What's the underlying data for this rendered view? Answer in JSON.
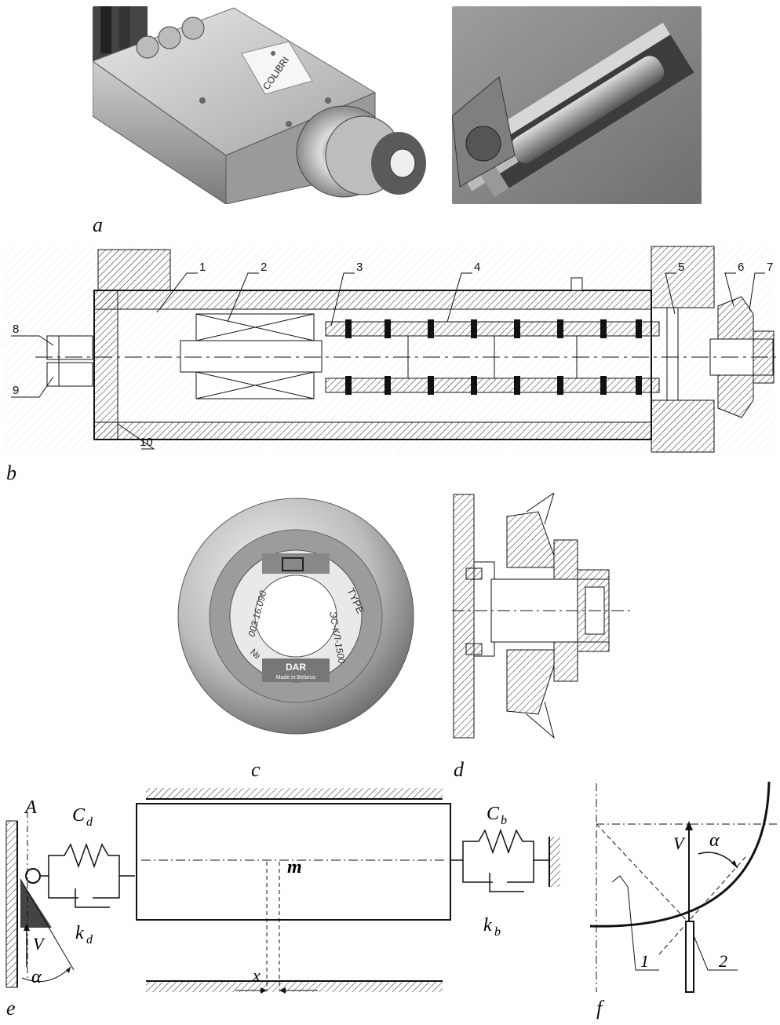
{
  "panels": {
    "a": "a",
    "b": "b",
    "c": "c",
    "d": "d",
    "e": "e",
    "f": "f"
  },
  "photo_a_left": {
    "label_brand": "COLIBRI"
  },
  "drawing_b": {
    "callouts": [
      "1",
      "2",
      "3",
      "4",
      "5",
      "6",
      "7",
      "8",
      "9",
      "10"
    ]
  },
  "photo_c": {
    "logo_text": "DAR",
    "small_text": "Made in Belarus",
    "type_text": "TYPE",
    "model_text": "ЭС-КЛ-1500",
    "serial_prefix": "№",
    "serial_text": "003.16.090"
  },
  "diagram_e": {
    "point_A": "A",
    "Cd_main": "C",
    "Cd_sub": "d",
    "Cb_main": "C",
    "Cb_sub": "b",
    "kd_main": "k",
    "kd_sub": "d",
    "kb_main": "k",
    "kb_sub": "b",
    "mass": "m",
    "velocity": "V",
    "angle": "α",
    "displacement": "x"
  },
  "diagram_f": {
    "velocity": "V",
    "angle": "α",
    "label_1": "1",
    "label_2": "2"
  }
}
